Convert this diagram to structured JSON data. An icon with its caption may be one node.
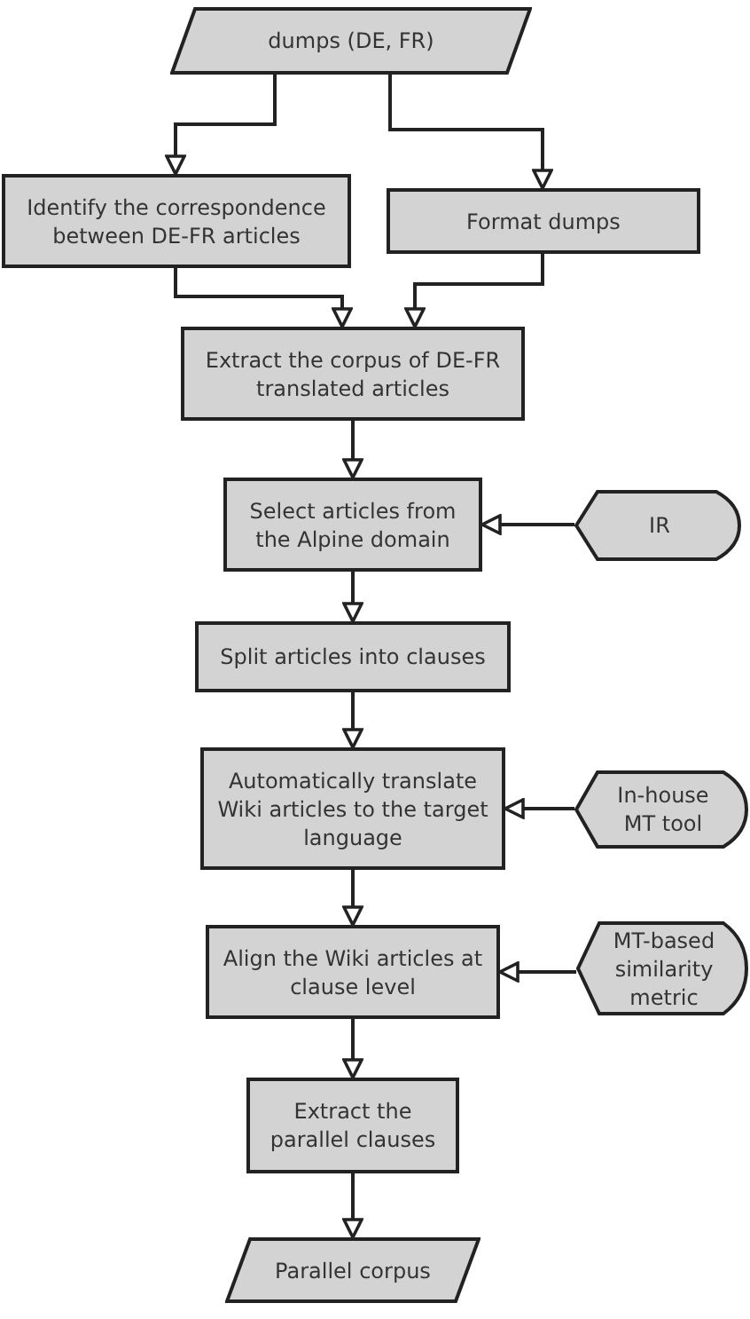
{
  "diagram": {
    "nodes": [
      {
        "text": [
          "dumps (DE, FR)"
        ]
      },
      {
        "text": [
          "Identify the correspondence between DE-FR articles"
        ]
      },
      {
        "text": [
          "Format dumps"
        ]
      },
      {
        "text": [
          "Extract the corpus of DE-FR translated articles"
        ]
      },
      {
        "text": [
          "Select articles from the Alpine domain"
        ]
      },
      {
        "text": [
          "IR"
        ]
      },
      {
        "text": [
          "Split articles into clauses"
        ]
      },
      {
        "text": [
          "Automatically translate Wiki articles to the target language"
        ]
      },
      {
        "text": [
          "In-house MT tool"
        ]
      },
      {
        "text": [
          "Align the Wiki articles at clause level"
        ]
      },
      {
        "text": [
          "MT-based similarity metric"
        ]
      },
      {
        "text": [
          "Extract the parallel clauses"
        ]
      },
      {
        "text": [
          "Parallel corpus"
        ]
      }
    ],
    "edges": [
      {
        "from": 0,
        "to": 1,
        "arrow": "to"
      },
      {
        "from": 0,
        "to": 2,
        "arrow": "to"
      },
      {
        "from": 1,
        "to": 3,
        "arrow": "to"
      },
      {
        "from": 2,
        "to": 3,
        "arrow": "to"
      },
      {
        "from": 3,
        "to": 4,
        "arrow": "to"
      },
      {
        "from": 5,
        "to": 4,
        "arrow": "to"
      },
      {
        "from": 4,
        "to": 6,
        "arrow": "to"
      },
      {
        "from": 6,
        "to": 7,
        "arrow": "to"
      },
      {
        "from": 8,
        "to": 7,
        "arrow": "to"
      },
      {
        "from": 7,
        "to": 9,
        "arrow": "to"
      },
      {
        "from": 10,
        "to": 9,
        "arrow": "to"
      },
      {
        "from": 9,
        "to": 11,
        "arrow": "to"
      },
      {
        "from": 11,
        "to": 12,
        "arrow": "to"
      }
    ]
  }
}
